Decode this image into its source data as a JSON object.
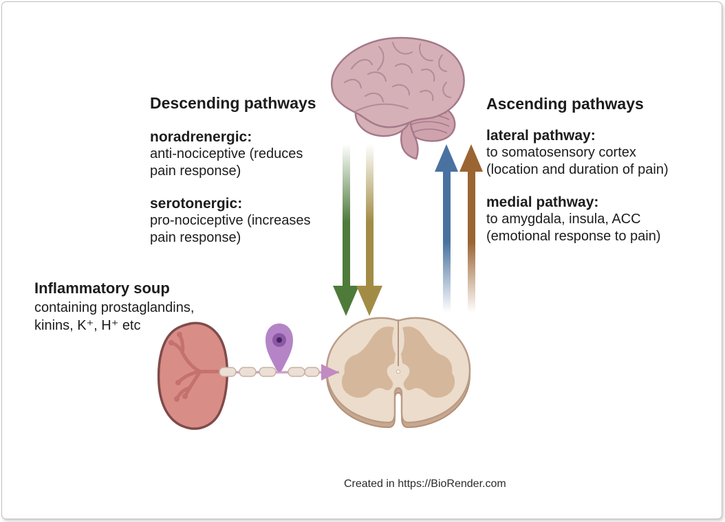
{
  "descending": {
    "title": "Descending pathways",
    "items": [
      {
        "term": "noradrenergic:",
        "line1": "anti-nociceptive (reduces",
        "line2": "pain response)"
      },
      {
        "term": "serotonergic:",
        "line1": "pro-nociceptive (increases",
        "line2": "pain response)"
      }
    ]
  },
  "ascending": {
    "title": "Ascending pathways",
    "items": [
      {
        "term": "lateral pathway:",
        "line1": "to somatosensory cortex",
        "line2": "(location and duration of pain)"
      },
      {
        "term": "medial pathway:",
        "line1": "to amygdala, insula, ACC",
        "line2": "(emotional response to pain)"
      }
    ]
  },
  "inflammatory_soup": {
    "title": "Inflammatory soup",
    "line1": "containing prostaglandins,",
    "line2": "kinins, K⁺, H⁺ etc"
  },
  "arrows": {
    "noradrenergic_color": "#4e7a3a",
    "serotonergic_color": "#a28c45",
    "lateral_color": "#4a72a0",
    "medial_color": "#9a6433"
  },
  "illustration_colors": {
    "brain_fill": "#d5b0b7",
    "brain_line": "#a5798a",
    "cord_white_matter": "#ecdccb",
    "cord_gray_matter": "#d5b79c",
    "tissue_fill": "#d98d87",
    "neuron_fill": "#b584c6"
  },
  "footer": {
    "credit": "Created in https://BioRender.com"
  }
}
